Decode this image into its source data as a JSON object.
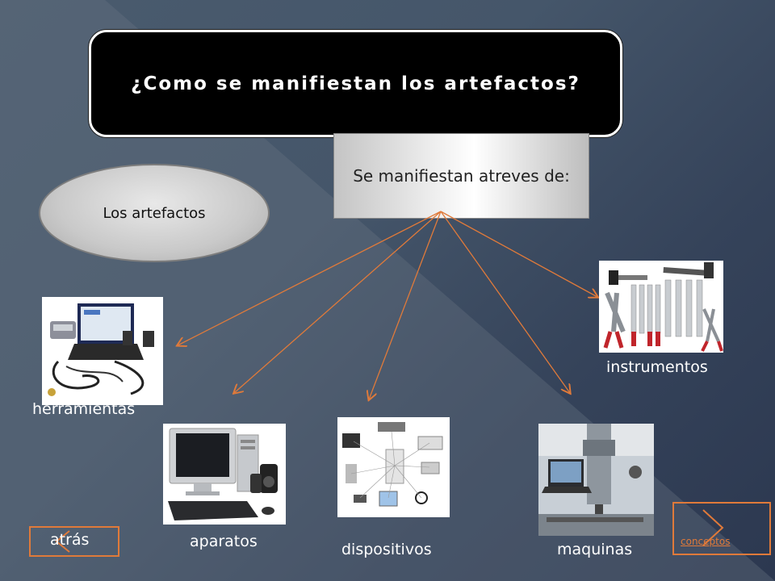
{
  "slide": {
    "title": "¿Como se manifiestan los artefactos?",
    "subject_label": "Los artefactos",
    "intro_label": "Se manifiestan atreves de:"
  },
  "items": {
    "herramientas": "herramientas",
    "instrumentos": "instrumentos",
    "aparatos": "aparatos",
    "dispositivos": "dispositivos",
    "maquinas": "maquinas"
  },
  "nav": {
    "back_label": "atrás",
    "next_label": "conceptos"
  },
  "colors": {
    "arrow": "#e07a3a",
    "title_bg": "#000000"
  }
}
